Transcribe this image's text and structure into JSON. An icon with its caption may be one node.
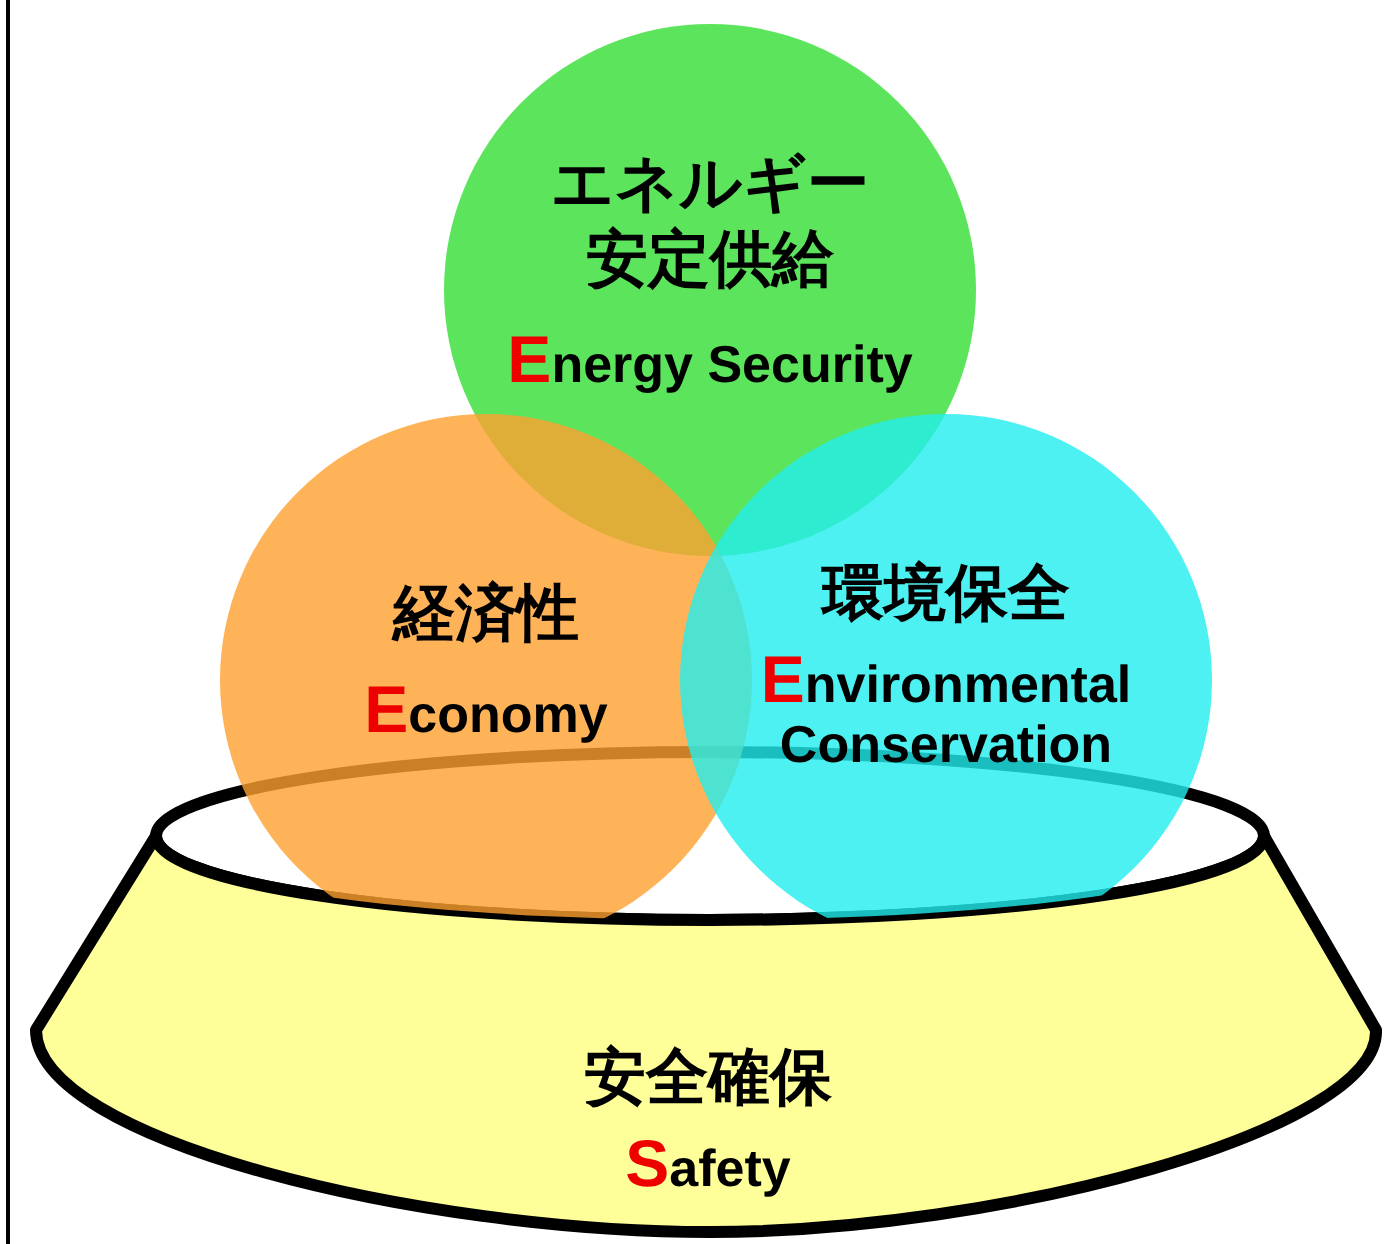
{
  "diagram": {
    "nodes": [
      {
        "text": [
          "エネルギー安定供給",
          "Energy Security"
        ]
      },
      {
        "text": [
          "経済性",
          "Economy"
        ]
      },
      {
        "text": [
          "環境保全",
          "Environmental Conservation"
        ]
      },
      {
        "text": [
          "安全確保",
          "Safety"
        ]
      }
    ]
  }
}
